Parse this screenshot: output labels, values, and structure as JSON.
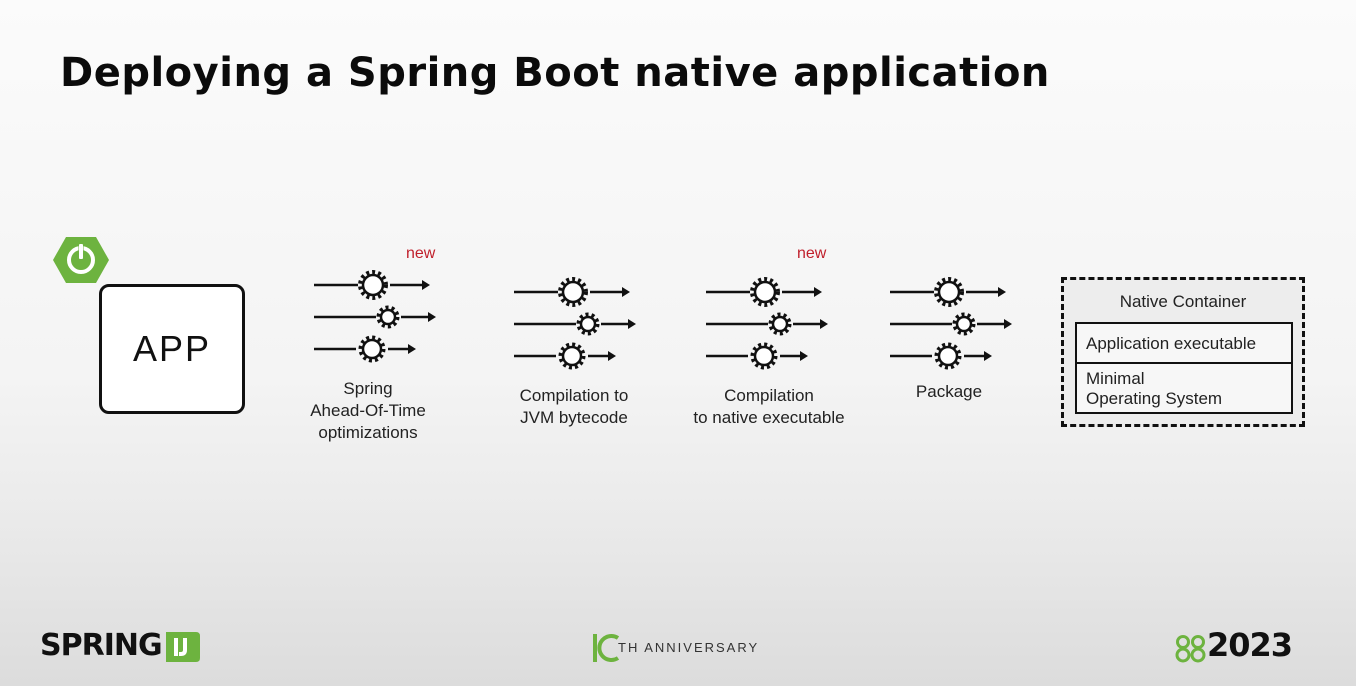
{
  "slide": {
    "title": "Deploying a Spring Boot native application"
  },
  "app": {
    "label": "APP",
    "logo_icon": "spring-power-hex-icon",
    "logo_color": "#6db33f"
  },
  "steps": [
    {
      "label_lines": [
        "Spring",
        "Ahead-Of-Time",
        "optimizations"
      ],
      "badge": "new"
    },
    {
      "label_lines": [
        "Compilation to",
        "JVM bytecode"
      ],
      "badge": ""
    },
    {
      "label_lines": [
        "Compilation",
        "to native executable"
      ],
      "badge": "new"
    },
    {
      "label_lines": [
        "Package"
      ],
      "badge": ""
    }
  ],
  "native_container": {
    "title": "Native Container",
    "layers": [
      {
        "lines": [
          "Application executable"
        ]
      },
      {
        "lines": [
          "Minimal",
          "Operating System"
        ]
      }
    ]
  },
  "footer": {
    "brand": "SPRING",
    "brand_badge_icon": "io-badge-icon",
    "anniversary_text": "TH ANNIVERSARY",
    "anniversary_icon": "ten-mark-icon",
    "year": "2023",
    "year_icon": "double-eight-icon",
    "accent_color": "#6db33f"
  },
  "colors": {
    "badge_new": "#c0202c",
    "text": "#111111"
  }
}
